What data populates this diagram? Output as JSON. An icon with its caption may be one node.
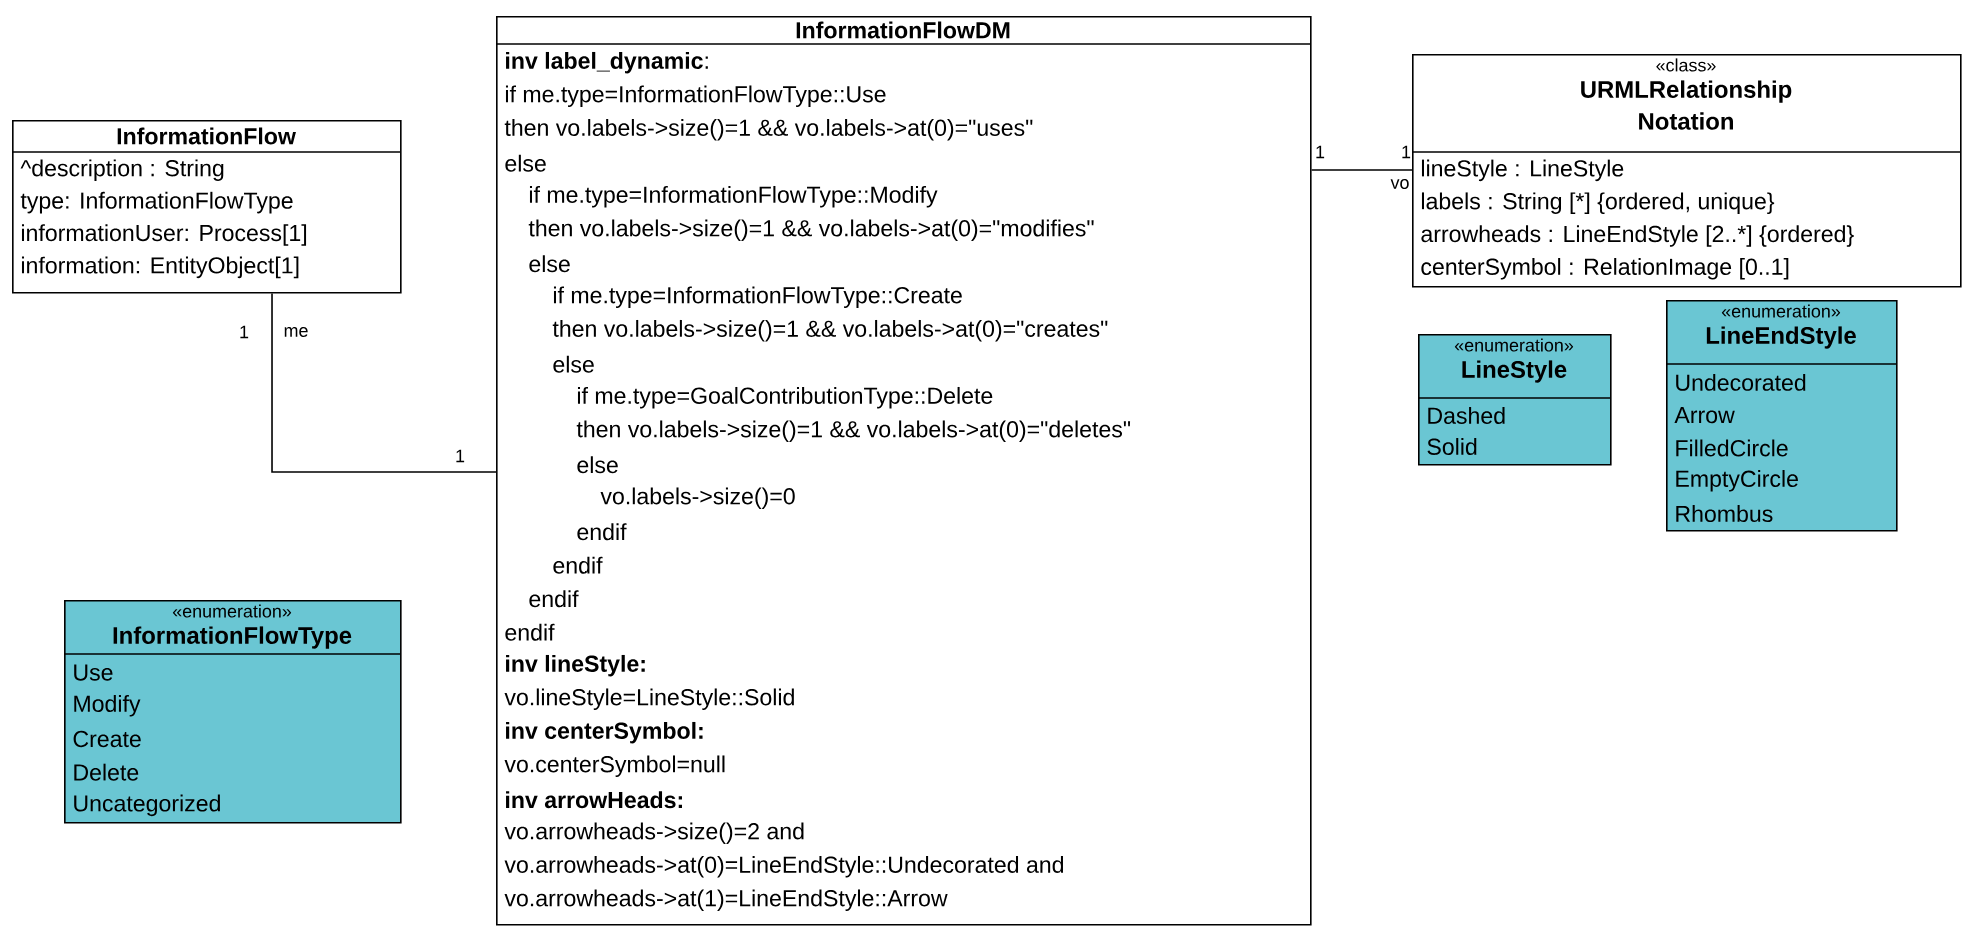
{
  "diagram": {
    "nodes": [
      {
        "text": [
          "InformationFlow",
          "^description : String",
          "type: InformationFlowType",
          "informationUser: Process[1]",
          "information: EntityObject[1]"
        ]
      },
      {
        "text": [
          "InformationFlowDM",
          "**inv label_dynamic**:",
          "if me.type=InformationFlowType::Use",
          "then vo.labels->size()=1 && vo.labels->at(0)=\"uses\"",
          "else",
          "if me.type=InformationFlowType::Modify",
          "then vo.labels->size()=1 && vo.labels->at(0)=\"modifies\"",
          "else",
          "if me.type=InformationFlowType::Create",
          "then vo.labels->size()=1 && vo.labels->at(0)=\"creates\"",
          "else",
          "if me.type=GoalContributionType::Delete",
          "then vo.labels->size()=1 && vo.labels->at(0)=\"deletes\"",
          "else",
          "vo.labels->size()=0",
          "endif",
          "endif",
          "endif",
          "endif",
          "inv lineStyle:",
          "vo.lineStyle=LineStyle::Solid",
          "inv centerSymbol:",
          "vo.centerSymbol=null",
          "inv arrowHeads:",
          "vo.arrowheads->size()=2 and",
          "vo.arrowheads->at(0)=LineEndStyle::Undecorated and",
          "vo.arrowheads->at(1)=LineEndStyle::Arrow"
        ]
      },
      {
        "text": [
          "«class»",
          "URMLRelationship Notation",
          "lineStyle : LineStyle",
          "labels : String [*] {ordered, unique}",
          "arrowheads : LineEndStyle [2..*] {ordered}",
          "centerSymbol : RelationImage [0..1]"
        ]
      },
      {
        "text": [
          "«enumeration»",
          "LineStyle",
          "Dashed",
          "Solid"
        ]
      },
      {
        "text": [
          "«enumeration»",
          "LineEndStyle",
          "Undecorated",
          "Arrow",
          "FilledCircle",
          "EmptyCircle",
          "Rhombus"
        ]
      },
      {
        "text": [
          "«enumeration»",
          "InformationFlowType",
          "Use",
          "Modify",
          "Create",
          "Delete",
          "Uncategorized"
        ]
      }
    ],
    "edges": [
      {
        "from": 0,
        "to": 1,
        "arrow": "none",
        "label": "me"
      },
      {
        "from": 1,
        "to": 2,
        "arrow": "none",
        "label": "vo"
      }
    ],
    "labels": [
      "1",
      "1",
      "1",
      "1"
    ]
  }
}
